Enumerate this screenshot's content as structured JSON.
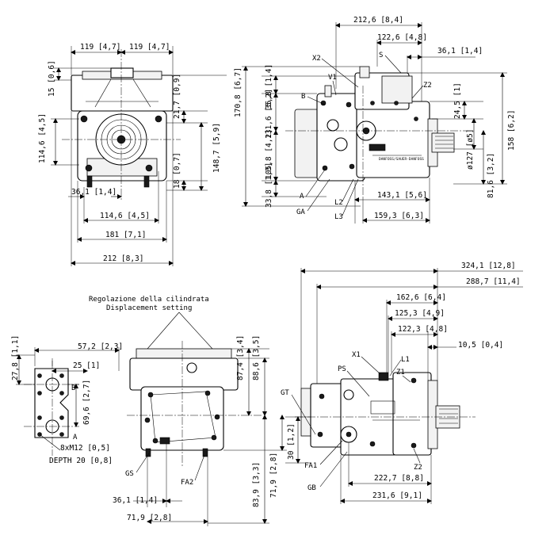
{
  "top_left_view": {
    "width_left": "119 [4,7]",
    "width_right": "119 [4,7]",
    "dim_15": "15 [0,6]",
    "dim_21_7": "21,7 [0,9]",
    "dim_114_6_v": "114,6 [4,5]",
    "dim_148_7": "148,7 [5,9]",
    "dim_18": "18 [0,7]",
    "dim_36_1": "36,1 [1,4]",
    "dim_114_6_h": "114,6 [4,5]",
    "dim_181": "181 [7,1]",
    "dim_212": "212 [8,3]"
  },
  "top_right_view": {
    "dim_212_6": "212,6 [8,4]",
    "dim_122_6": "122,6 [4,8]",
    "dim_36_1": "36,1 [1,4]",
    "dim_170_8": "170,8 [6,7]",
    "dim_35_8": "35,8 [1,4]",
    "dim_131_6": "131,6 [5,2]",
    "dim_105_8": "105,8 [4,2]",
    "dim_33_8": "33,8 [1,3]",
    "dim_24_5": "24,5 [1]",
    "dim_158": "158 [6,2]",
    "dim_phi127": "ø127 [ø5]",
    "dim_81_6": "81,6 [3,2]",
    "dim_143_1": "143,1 [5,6]",
    "dim_159_3": "159,3 [6,3]",
    "label_x2": "X2",
    "label_s": "S",
    "label_v1": "V1",
    "label_z2": "Z2",
    "label_b": "B",
    "label_a": "A",
    "label_ga": "GA",
    "label_l2": "L2",
    "label_l3": "L3",
    "brand": "DANFOSS/SAUER-DANFOSS"
  },
  "bottom_left_view": {
    "annotation_it": "Regolazione della cilindrata",
    "annotation_en": "Displacement setting",
    "dim_57_2": "57,2 [2,3]",
    "dim_25": "25 [1]",
    "dim_27_8": "27,8 [1,1]",
    "dim_69_6": "69,6 [2,7]",
    "dim_thread": "8xM12 [0,5]",
    "dim_depth": "DEPTH 20 [0,8]",
    "dim_87_4": "87,4 [3,4]",
    "dim_88_6": "88,6 [3,5]",
    "dim_83_9": "83,9 [3,3]",
    "dim_71_9_v": "71,9 [2,8]",
    "dim_36_1": "36,1 [1,4]",
    "dim_71_9_h": "71,9 [2,8]",
    "label_b": "B",
    "label_a": "A",
    "label_gs": "GS",
    "label_fa2": "FA2"
  },
  "bottom_right_view": {
    "dim_324_1": "324,1 [12,8]",
    "dim_288_7": "288,7 [11,4]",
    "dim_162_6": "162,6 [6,4]",
    "dim_125_3": "125,3 [4,9]",
    "dim_122_3": "122,3 [4,8]",
    "dim_10_5": "10,5 [0,4]",
    "dim_30": "30 [1,2]",
    "dim_222_7": "222,7 [8,8]",
    "dim_231_6": "231,6 [9,1]",
    "label_x1": "X1",
    "label_l1": "L1",
    "label_ps": "PS",
    "label_z1": "Z1",
    "label_gt": "GT",
    "label_fa1": "FA1",
    "label_gb": "GB",
    "label_z2": "Z2"
  }
}
